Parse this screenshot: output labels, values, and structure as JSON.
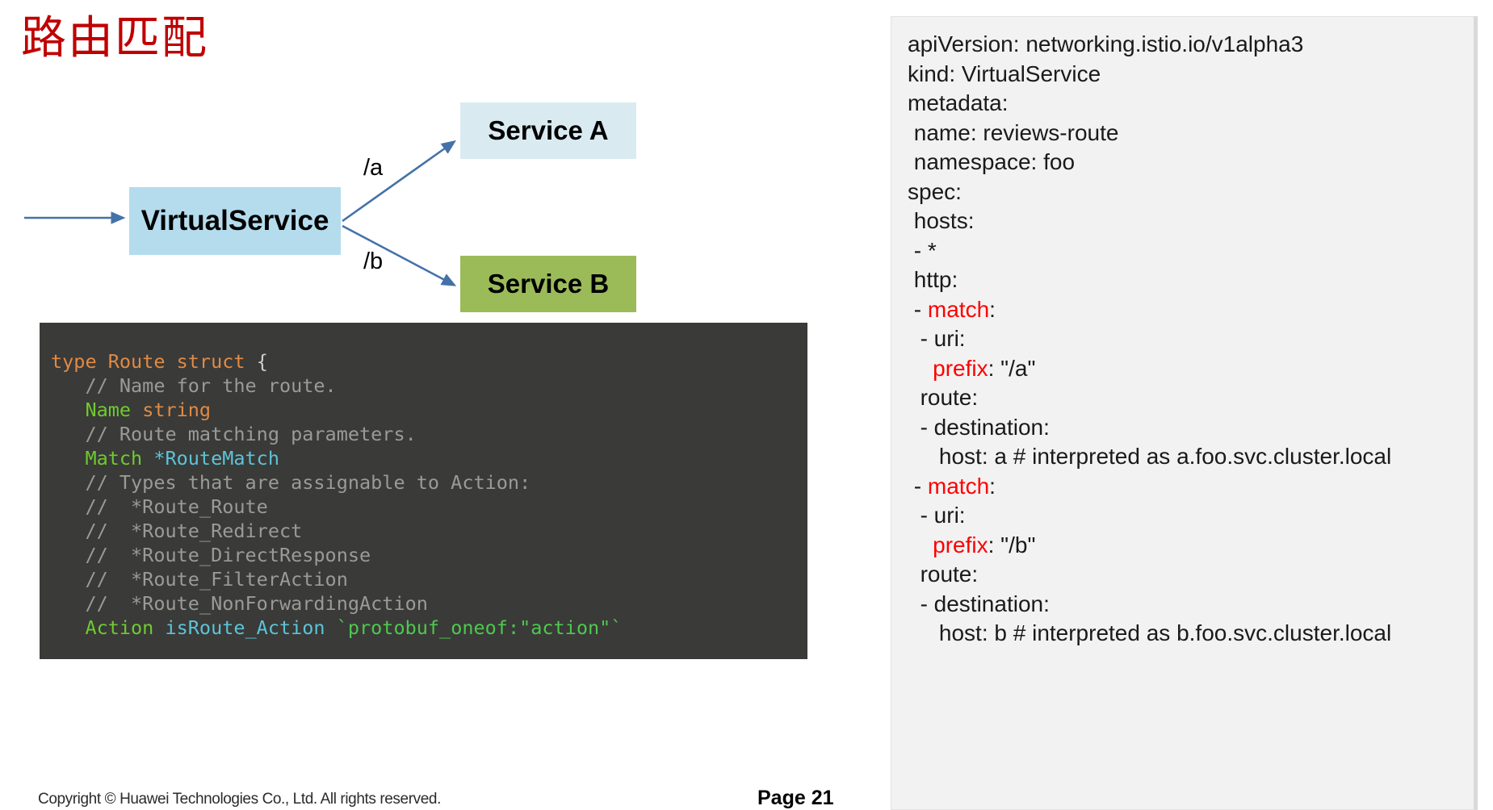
{
  "slide": {
    "title": "路由匹配",
    "title_color": "#c00000"
  },
  "diagram": {
    "nodes": [
      {
        "id": "virtualservice",
        "label": "VirtualService",
        "color": "#b4dced"
      },
      {
        "id": "service-a",
        "label": "Service A",
        "color": "#daeaf1"
      },
      {
        "id": "service-b",
        "label": "Service B",
        "color": "#9bbb59"
      }
    ],
    "edge_labels": [
      {
        "id": "a",
        "label": "/a"
      },
      {
        "id": "b",
        "label": "/b"
      }
    ],
    "arrow_color": "#4472a8"
  },
  "code_block": {
    "background": "#3a3a38",
    "language": "go",
    "lines": [
      [
        {
          "t": "type ",
          "c": "kw"
        },
        {
          "t": "Route ",
          "c": "kw"
        },
        {
          "t": "struct ",
          "c": "kw"
        },
        {
          "t": "{",
          "c": "plain"
        }
      ],
      [
        {
          "t": "   // Name for the route.",
          "c": "cmt"
        }
      ],
      [
        {
          "t": "   Name ",
          "c": "field"
        },
        {
          "t": "string",
          "c": "kw"
        }
      ],
      [
        {
          "t": "   // Route matching parameters.",
          "c": "cmt"
        }
      ],
      [
        {
          "t": "   Match ",
          "c": "field"
        },
        {
          "t": "*RouteMatch",
          "c": "type"
        }
      ],
      [
        {
          "t": "   // Types that are assignable to Action:",
          "c": "cmt"
        }
      ],
      [
        {
          "t": "   //  *Route_Route",
          "c": "cmt"
        }
      ],
      [
        {
          "t": "   //  *Route_Redirect",
          "c": "cmt"
        }
      ],
      [
        {
          "t": "   //  *Route_DirectResponse",
          "c": "cmt"
        }
      ],
      [
        {
          "t": "   //  *Route_FilterAction",
          "c": "cmt"
        }
      ],
      [
        {
          "t": "   //  *Route_NonForwardingAction",
          "c": "cmt"
        }
      ],
      [
        {
          "t": "   Action ",
          "c": "field"
        },
        {
          "t": "isRoute_Action ",
          "c": "type"
        },
        {
          "t": "`protobuf_oneof:\"action\"`",
          "c": "str"
        }
      ]
    ]
  },
  "yaml_panel": {
    "background": "#f2f2f2",
    "highlight_color": "#ff0000",
    "lines": [
      [
        {
          "t": "apiVersion: networking.istio.io/v1alpha3",
          "c": "plain"
        }
      ],
      [
        {
          "t": "kind: VirtualService",
          "c": "plain"
        }
      ],
      [
        {
          "t": "metadata:",
          "c": "plain"
        }
      ],
      [
        {
          "t": " name: reviews-route",
          "c": "plain"
        }
      ],
      [
        {
          "t": " namespace: foo",
          "c": "plain"
        }
      ],
      [
        {
          "t": "spec:",
          "c": "plain"
        }
      ],
      [
        {
          "t": " hosts:",
          "c": "plain"
        }
      ],
      [
        {
          "t": " - *",
          "c": "plain"
        }
      ],
      [
        {
          "t": " http:",
          "c": "plain"
        }
      ],
      [
        {
          "t": " - ",
          "c": "plain"
        },
        {
          "t": "match",
          "c": "hl"
        },
        {
          "t": ":",
          "c": "plain"
        }
      ],
      [
        {
          "t": "  - uri:",
          "c": "plain"
        }
      ],
      [
        {
          "t": "    ",
          "c": "plain"
        },
        {
          "t": "prefix",
          "c": "hl"
        },
        {
          "t": ": \"/a\"",
          "c": "plain"
        }
      ],
      [
        {
          "t": "  route:",
          "c": "plain"
        }
      ],
      [
        {
          "t": "  - destination:",
          "c": "plain"
        }
      ],
      [
        {
          "t": "     host: a # interpreted as a.foo.svc.cluster.local",
          "c": "plain"
        }
      ],
      [
        {
          "t": " - ",
          "c": "plain"
        },
        {
          "t": "match",
          "c": "hl"
        },
        {
          "t": ":",
          "c": "plain"
        }
      ],
      [
        {
          "t": "  - uri:",
          "c": "plain"
        }
      ],
      [
        {
          "t": "    ",
          "c": "plain"
        },
        {
          "t": "prefix",
          "c": "hl"
        },
        {
          "t": ": \"/b\"",
          "c": "plain"
        }
      ],
      [
        {
          "t": "  route:",
          "c": "plain"
        }
      ],
      [
        {
          "t": "  - destination:",
          "c": "plain"
        }
      ],
      [
        {
          "t": "     host: b # interpreted as b.foo.svc.cluster.local",
          "c": "plain"
        }
      ]
    ]
  },
  "footer": {
    "copyright": "Copyright © Huawei Technologies Co., Ltd. All rights reserved.",
    "page": "Page 21"
  }
}
